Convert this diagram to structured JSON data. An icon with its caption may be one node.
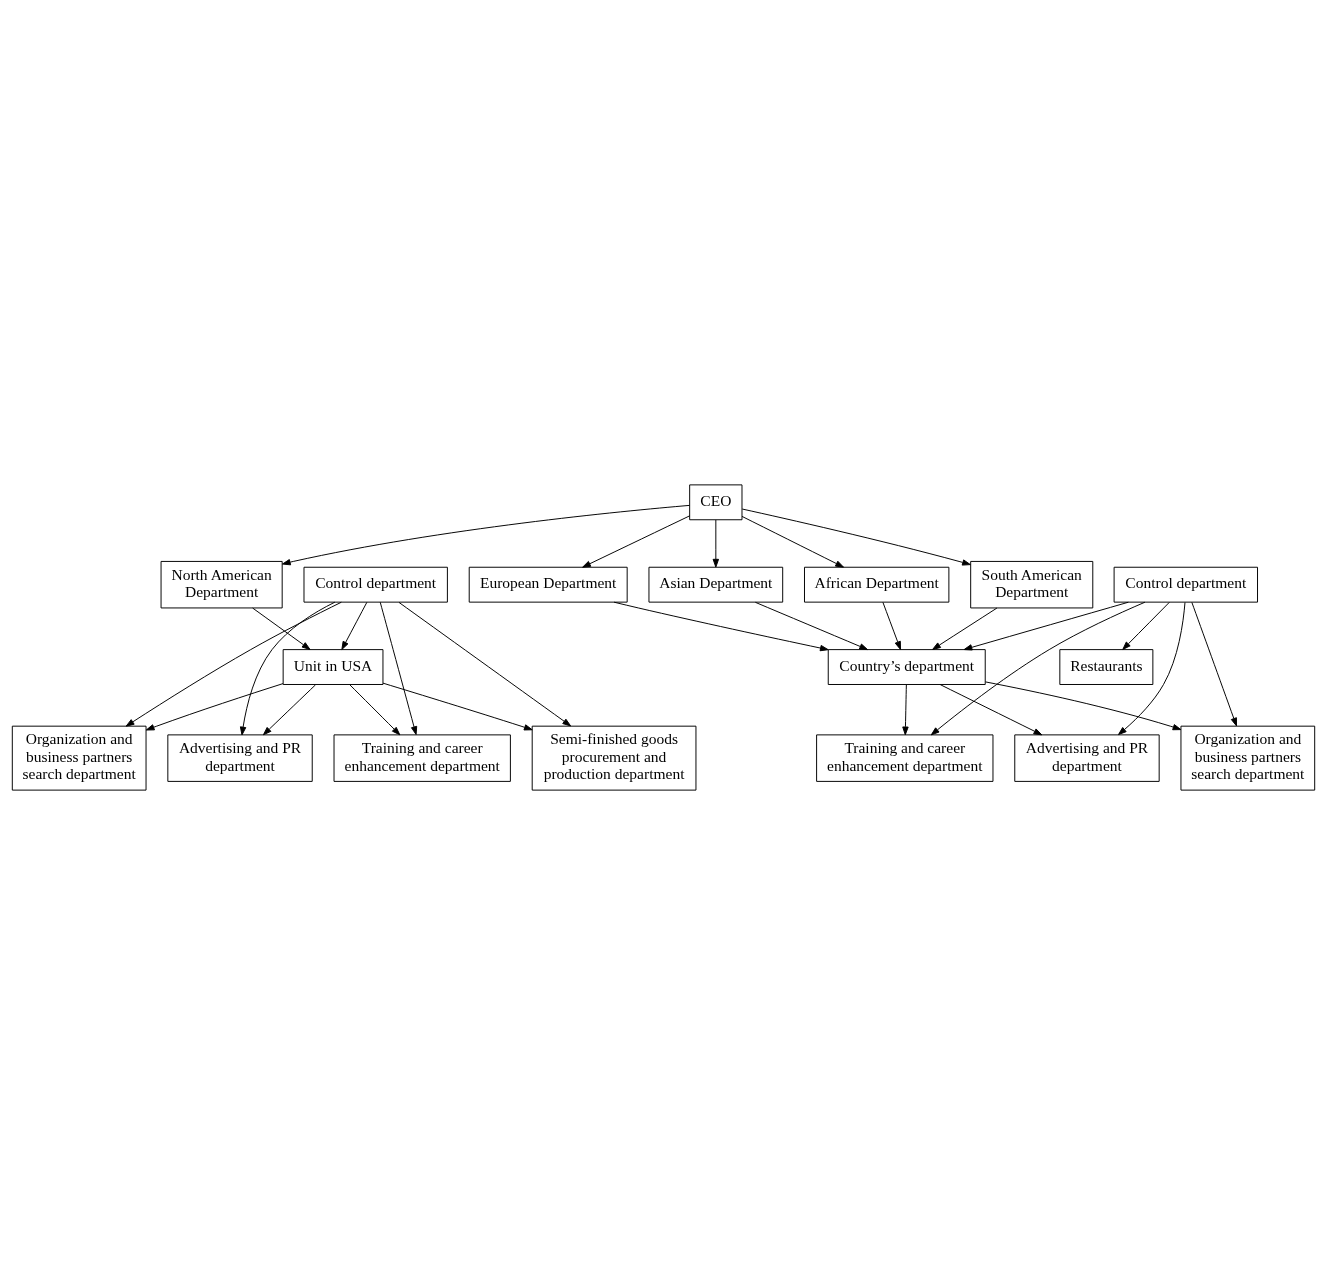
{
  "diagram": {
    "nodes": [
      {
        "text": [
          "CEO"
        ]
      },
      {
        "text": [
          "North American Department"
        ]
      },
      {
        "text": [
          "European Department"
        ]
      },
      {
        "text": [
          "Asian Department"
        ]
      },
      {
        "text": [
          "African Department"
        ]
      },
      {
        "text": [
          "South American Department"
        ]
      },
      {
        "text": [
          "Unit in USA"
        ]
      },
      {
        "text": [
          "Advertising and PR department"
        ]
      },
      {
        "text": [
          "Organization and business partners search department"
        ]
      },
      {
        "text": [
          "Training and career enhancement department"
        ]
      },
      {
        "text": [
          "Semi-finished goods procurement and production department"
        ]
      },
      {
        "text": [
          "Control department"
        ]
      },
      {
        "text": [
          "Country’s department"
        ]
      },
      {
        "text": [
          "Advertising and PR department"
        ]
      },
      {
        "text": [
          "Organization and business partners search department"
        ]
      },
      {
        "text": [
          "Training and career enhancement department"
        ]
      },
      {
        "text": [
          "Restaurants"
        ]
      },
      {
        "text": [
          "Control department"
        ]
      }
    ],
    "edges": [
      {
        "from": 0,
        "to": 1,
        "arrow": "to"
      },
      {
        "from": 0,
        "to": 2,
        "arrow": "to"
      },
      {
        "from": 0,
        "to": 3,
        "arrow": "to"
      },
      {
        "from": 0,
        "to": 4,
        "arrow": "to"
      },
      {
        "from": 0,
        "to": 5,
        "arrow": "to"
      },
      {
        "from": 1,
        "to": 6,
        "arrow": "to"
      },
      {
        "from": 2,
        "to": 12,
        "arrow": "to"
      },
      {
        "from": 3,
        "to": 12,
        "arrow": "to"
      },
      {
        "from": 4,
        "to": 12,
        "arrow": "to"
      },
      {
        "from": 5,
        "to": 12,
        "arrow": "to"
      },
      {
        "from": 6,
        "to": 7,
        "arrow": "to"
      },
      {
        "from": 6,
        "to": 8,
        "arrow": "to"
      },
      {
        "from": 6,
        "to": 9,
        "arrow": "to"
      },
      {
        "from": 6,
        "to": 10,
        "arrow": "to"
      },
      {
        "from": 11,
        "to": 6,
        "arrow": "to"
      },
      {
        "from": 11,
        "to": 7,
        "arrow": "to"
      },
      {
        "from": 11,
        "to": 8,
        "arrow": "to"
      },
      {
        "from": 11,
        "to": 9,
        "arrow": "to"
      },
      {
        "from": 11,
        "to": 10,
        "arrow": "to"
      },
      {
        "from": 12,
        "to": 13,
        "arrow": "to"
      },
      {
        "from": 12,
        "to": 14,
        "arrow": "to"
      },
      {
        "from": 12,
        "to": 15,
        "arrow": "to"
      },
      {
        "from": 17,
        "to": 12,
        "arrow": "to"
      },
      {
        "from": 17,
        "to": 13,
        "arrow": "to"
      },
      {
        "from": 17,
        "to": 14,
        "arrow": "to"
      },
      {
        "from": 17,
        "to": 15,
        "arrow": "to"
      },
      {
        "from": 17,
        "to": 16,
        "arrow": "to"
      }
    ]
  }
}
